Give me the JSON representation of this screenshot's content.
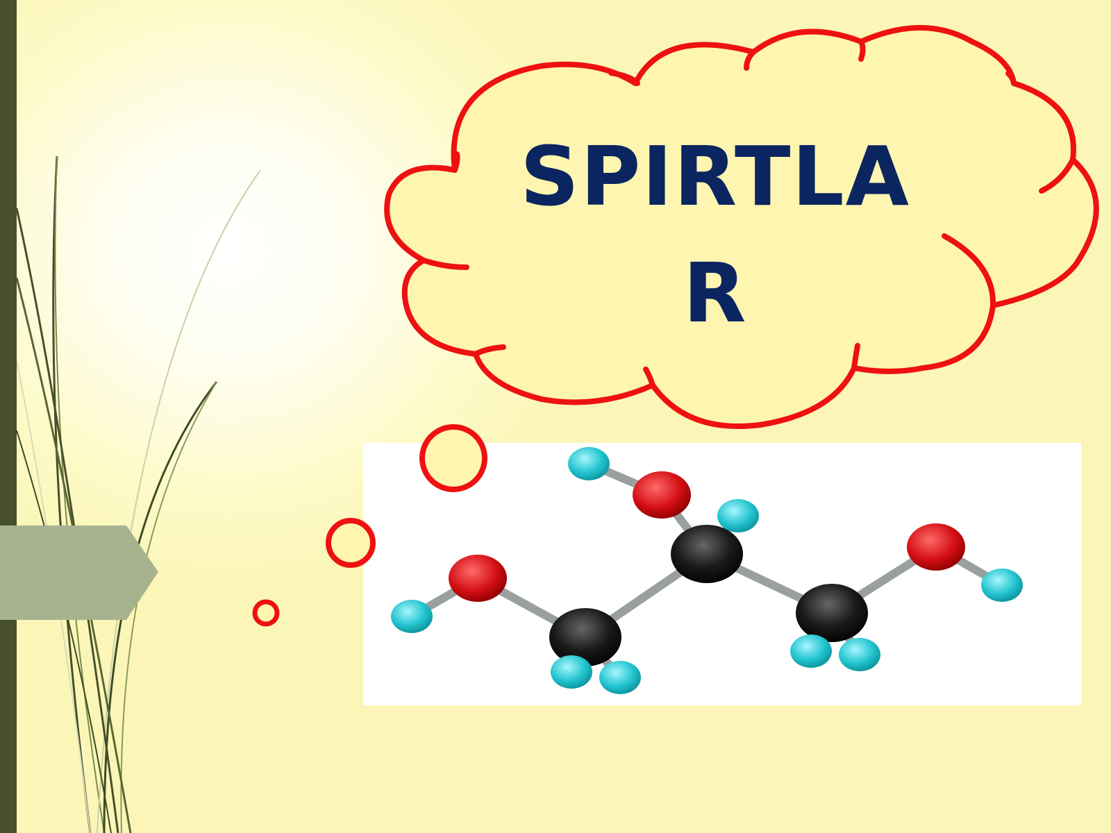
{
  "slide": {
    "title_lines": [
      "SPIRTLA",
      "R"
    ]
  },
  "colors": {
    "background": "#fbf6b8",
    "sidebar_bar": "#474f2b",
    "arrow_tab": "#a7b38f",
    "cloud_fill": "#fdf5b0",
    "cloud_outline": "#ee1111",
    "title_text": "#0b2560",
    "atom_oxygen": "#d40f14",
    "atom_carbon": "#111111",
    "atom_hydrogen": "#22c4cf",
    "bond": "#9aa0a0"
  },
  "icons": [
    "thought-cloud",
    "thought-bubble-dots",
    "glycerol-molecule-image",
    "grass-blades"
  ]
}
